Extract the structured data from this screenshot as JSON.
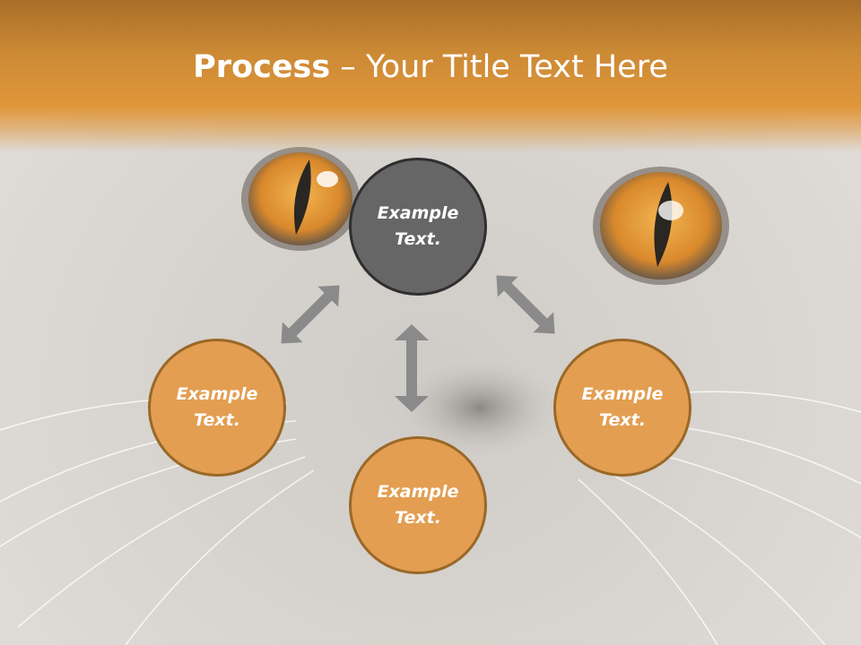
{
  "title": {
    "bold": "Process",
    "dash": " – ",
    "rest": "Your Title Text Here"
  },
  "nodes": {
    "top": {
      "line1": "Example",
      "line2": "Text."
    },
    "left": {
      "line1": "Example",
      "line2": "Text."
    },
    "right": {
      "line1": "Example",
      "line2": "Text."
    },
    "bottom": {
      "line1": "Example",
      "line2": "Text."
    }
  },
  "colors": {
    "header": "#e0963a",
    "top_node": "#666666",
    "side_nodes": "#e39e52",
    "arrows": "#8a8a8a"
  },
  "icons": [
    "double-arrow-icon"
  ]
}
